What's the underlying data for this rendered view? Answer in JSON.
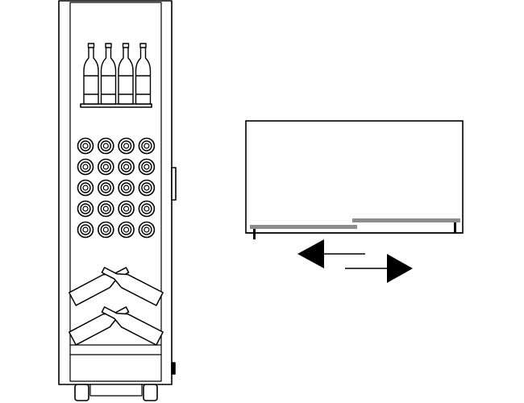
{
  "figure": {
    "left_view": "wine-cabinet-front-view",
    "right_view": "sliding-shelf-top-view"
  },
  "cabinet": {
    "upright_bottles": 4,
    "bottle_end_rows": 5,
    "bottle_end_columns": 4,
    "crossed_bottle_pairs": 2
  },
  "shelf_diagram": {
    "arrows": [
      "slide-left-arrow",
      "slide-right-arrow"
    ]
  },
  "colors": {
    "line": "#000000",
    "rail": "#8c8c8c",
    "background": "#ffffff"
  }
}
